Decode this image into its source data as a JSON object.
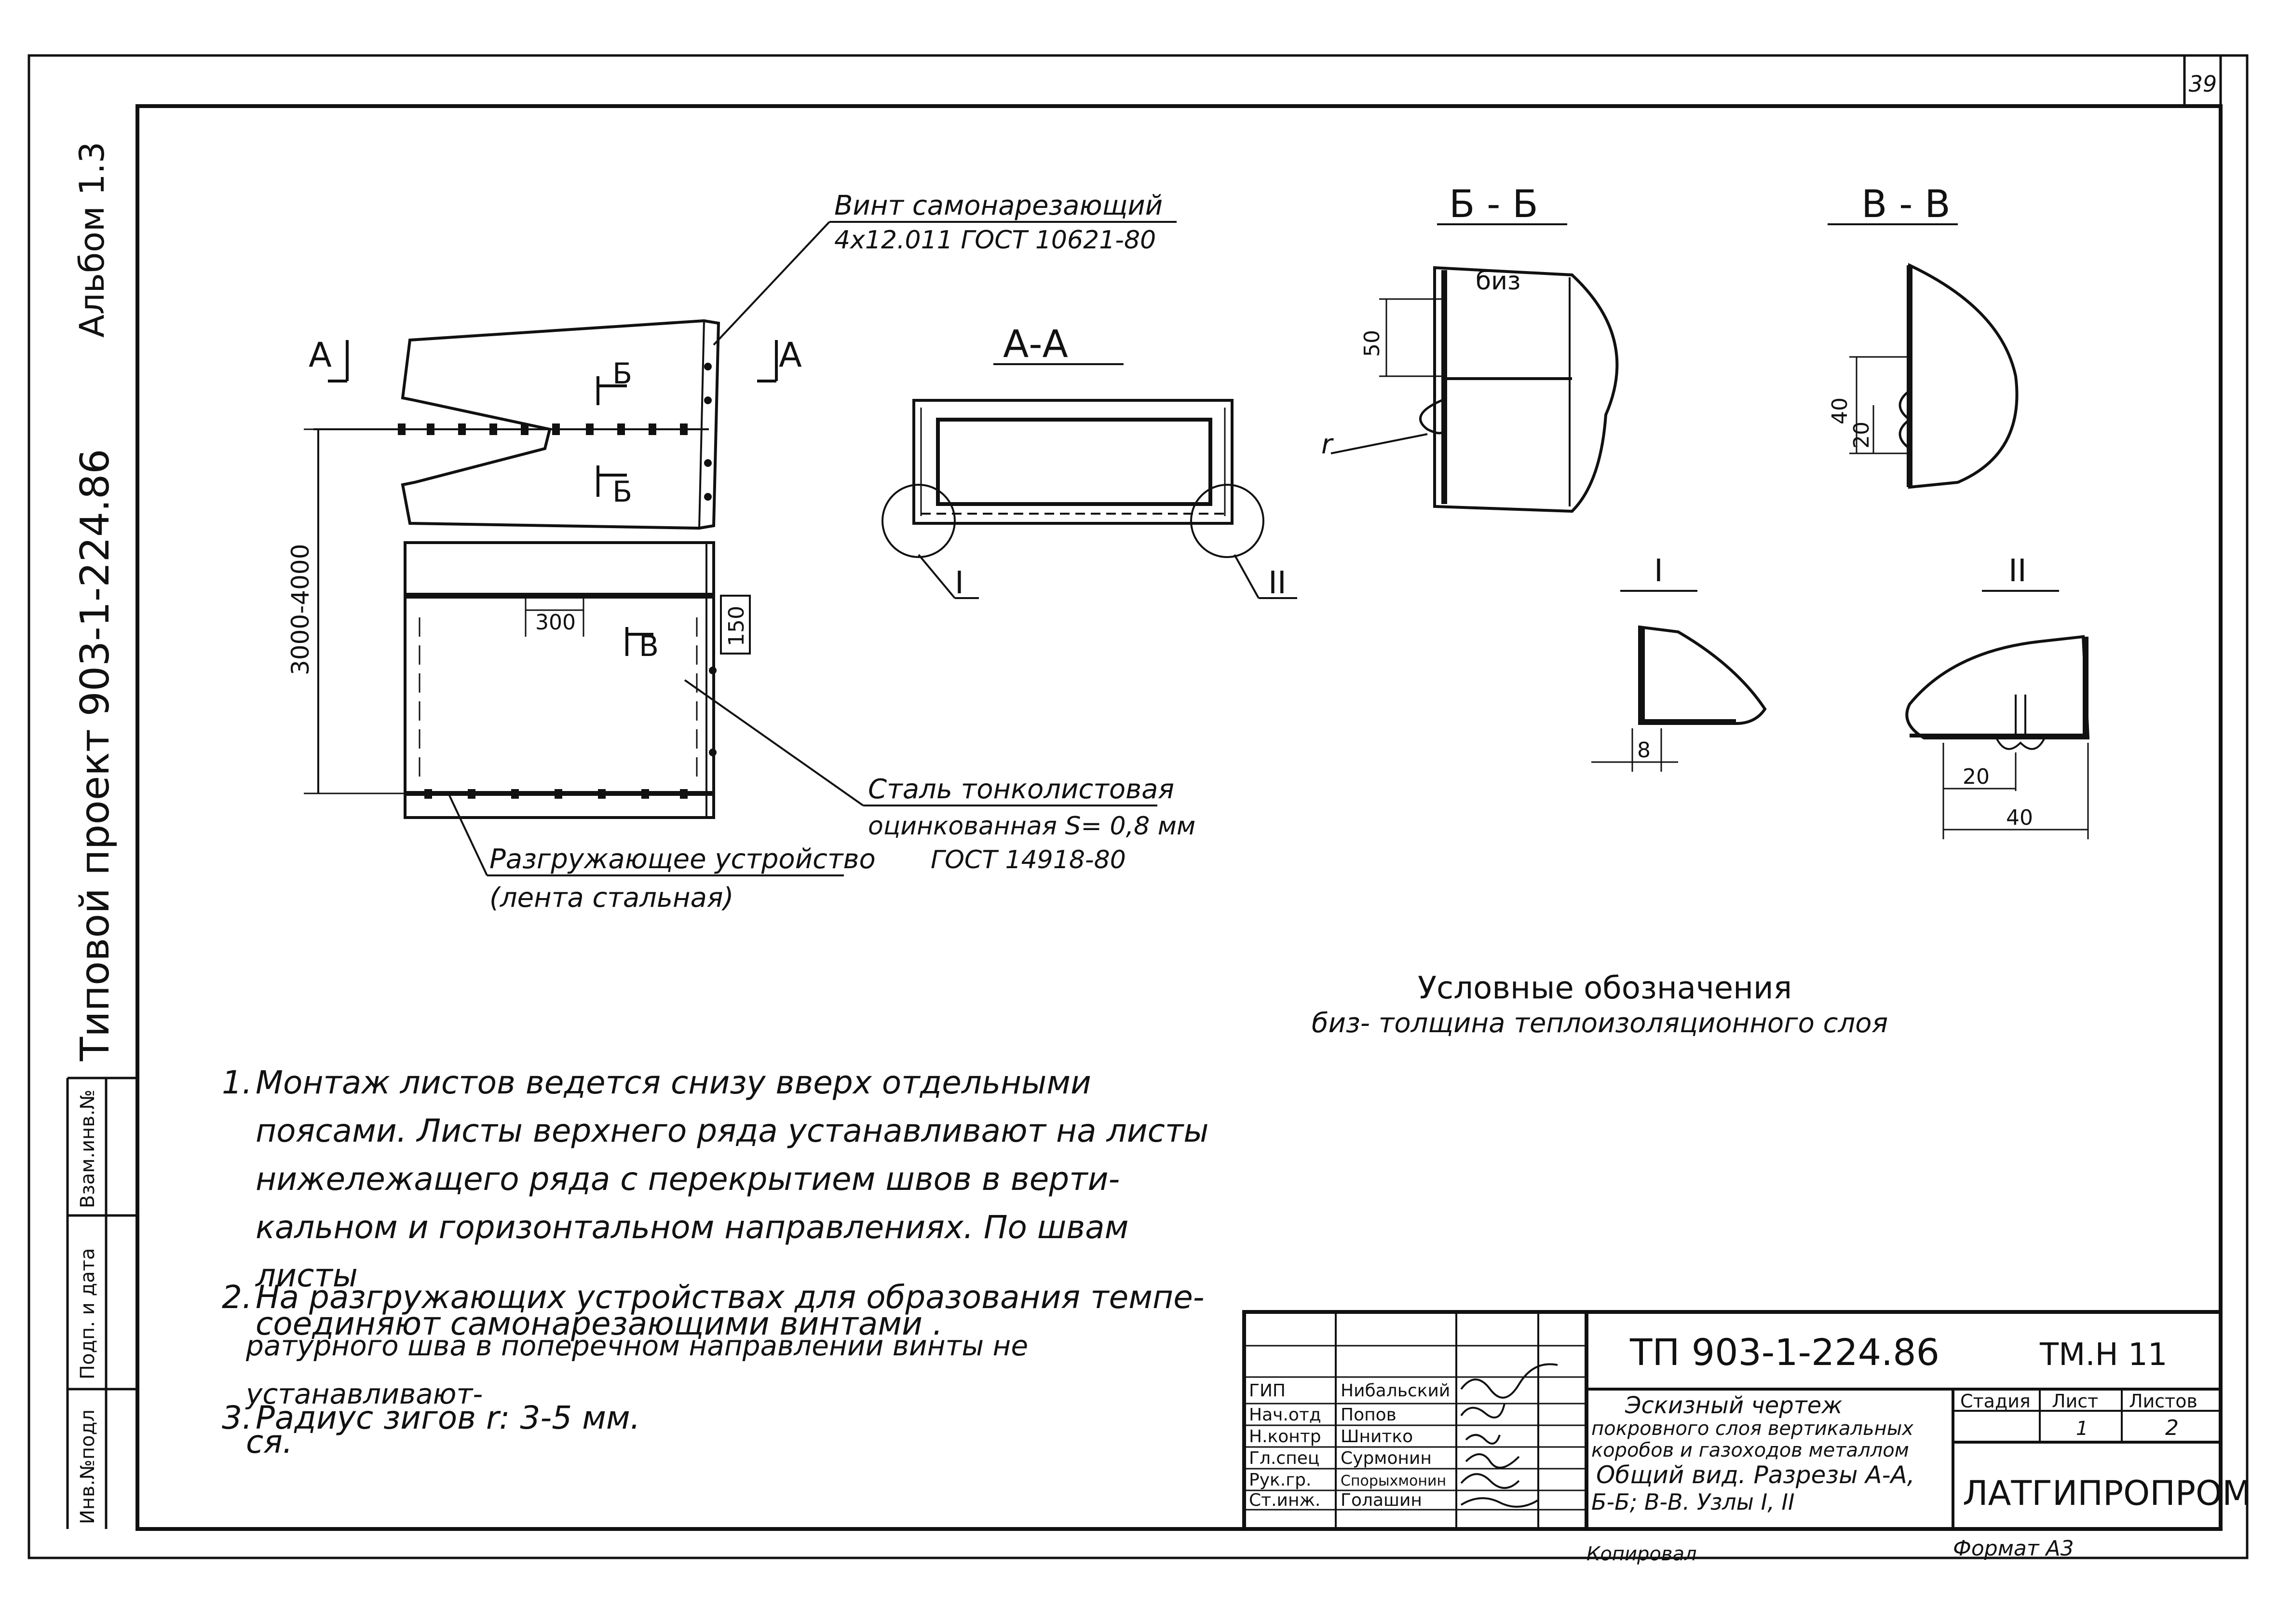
{
  "sheet": {
    "page_number": "39",
    "album": "Альбом 1.3",
    "project": "Типовой проект 903-1-224.86",
    "side_stamp": [
      "Инв.№подл",
      "Подп. и дата",
      "Взам.инв.№"
    ]
  },
  "labels": {
    "screw_line1": "Винт самонарезающий",
    "screw_line2": "4х12.011 ГОСТ 10621-80",
    "section_a_left": "А",
    "section_a_right": "А",
    "section_b_top": "Б",
    "section_b_bottom": "Б",
    "section_v": "В",
    "section_aa": "А-А",
    "section_bb": "Б - Б",
    "section_vv": "В - В",
    "biz": "биз",
    "r_mark": "r",
    "node_1_label": "I",
    "node_2_label": "II",
    "node_1_title": "I",
    "node_2_title": "II",
    "steel_line1": "Сталь тонколистовая",
    "steel_line2": "оцинкованная S= 0,8 мм",
    "steel_line3": "ГОСТ 14918-80",
    "unload_line1": "Разгружающее устройство",
    "unload_line2": "(лента стальная)",
    "legend_title": "Условные обозначения",
    "legend_text": "биз- толщина теплоизоляционного слоя"
  },
  "dimensions": {
    "height_range": "3000-4000",
    "pitch": "300",
    "strip": "150",
    "bb_50": "50",
    "vv_40": "40",
    "vv_20": "20",
    "node1_8": "8",
    "node2_20": "20",
    "node2_40": "40"
  },
  "notes": [
    {
      "num": "1.",
      "lines": [
        "Монтаж листов ведется снизу вверх отдельными",
        "поясами. Листы верхнего ряда устанавливают на листы",
        "нижележащего ряда с перекрытием швов в верти-",
        "кальном и горизонтальном направлениях. По швам листы",
        "соединяют самонарезающими винтами ."
      ]
    },
    {
      "num": "2.",
      "lines": [
        "На разгружающих устройствах для образования темпе-",
        "ратурного шва в поперечном направлении винты не устанавливают-",
        "ся."
      ]
    },
    {
      "num": "3.",
      "lines": [
        "Радиус зигов r: 3-5 мм."
      ]
    }
  ],
  "title_block": {
    "code": "ТП 903-1-224.86",
    "mark": "ТМ.Н 11",
    "roles": [
      "ГИП",
      "Нач.отд",
      "Н.контр",
      "Гл.спец",
      "Рук.гр.",
      "Ст.инж."
    ],
    "names": [
      "Нибальский",
      "Попов",
      "Шнитко",
      "Сурмонин",
      "Спорыхмонин",
      "Голашин"
    ],
    "description": [
      "Эскизный чертеж",
      "покровного слоя вертикальных",
      "коробов и газоходов металлом",
      "Общий вид. Разрезы А-А,",
      "Б-Б; В-В. Узлы I, II"
    ],
    "stage_header": "Стадия",
    "sheet_header": "Лист",
    "sheets_header": "Листов",
    "stage_value": "",
    "sheet_value": "1",
    "sheets_value": "2",
    "organization": "ЛАТГИПРОПРОМ",
    "copied": "Копировал",
    "format": "Формат А3"
  }
}
